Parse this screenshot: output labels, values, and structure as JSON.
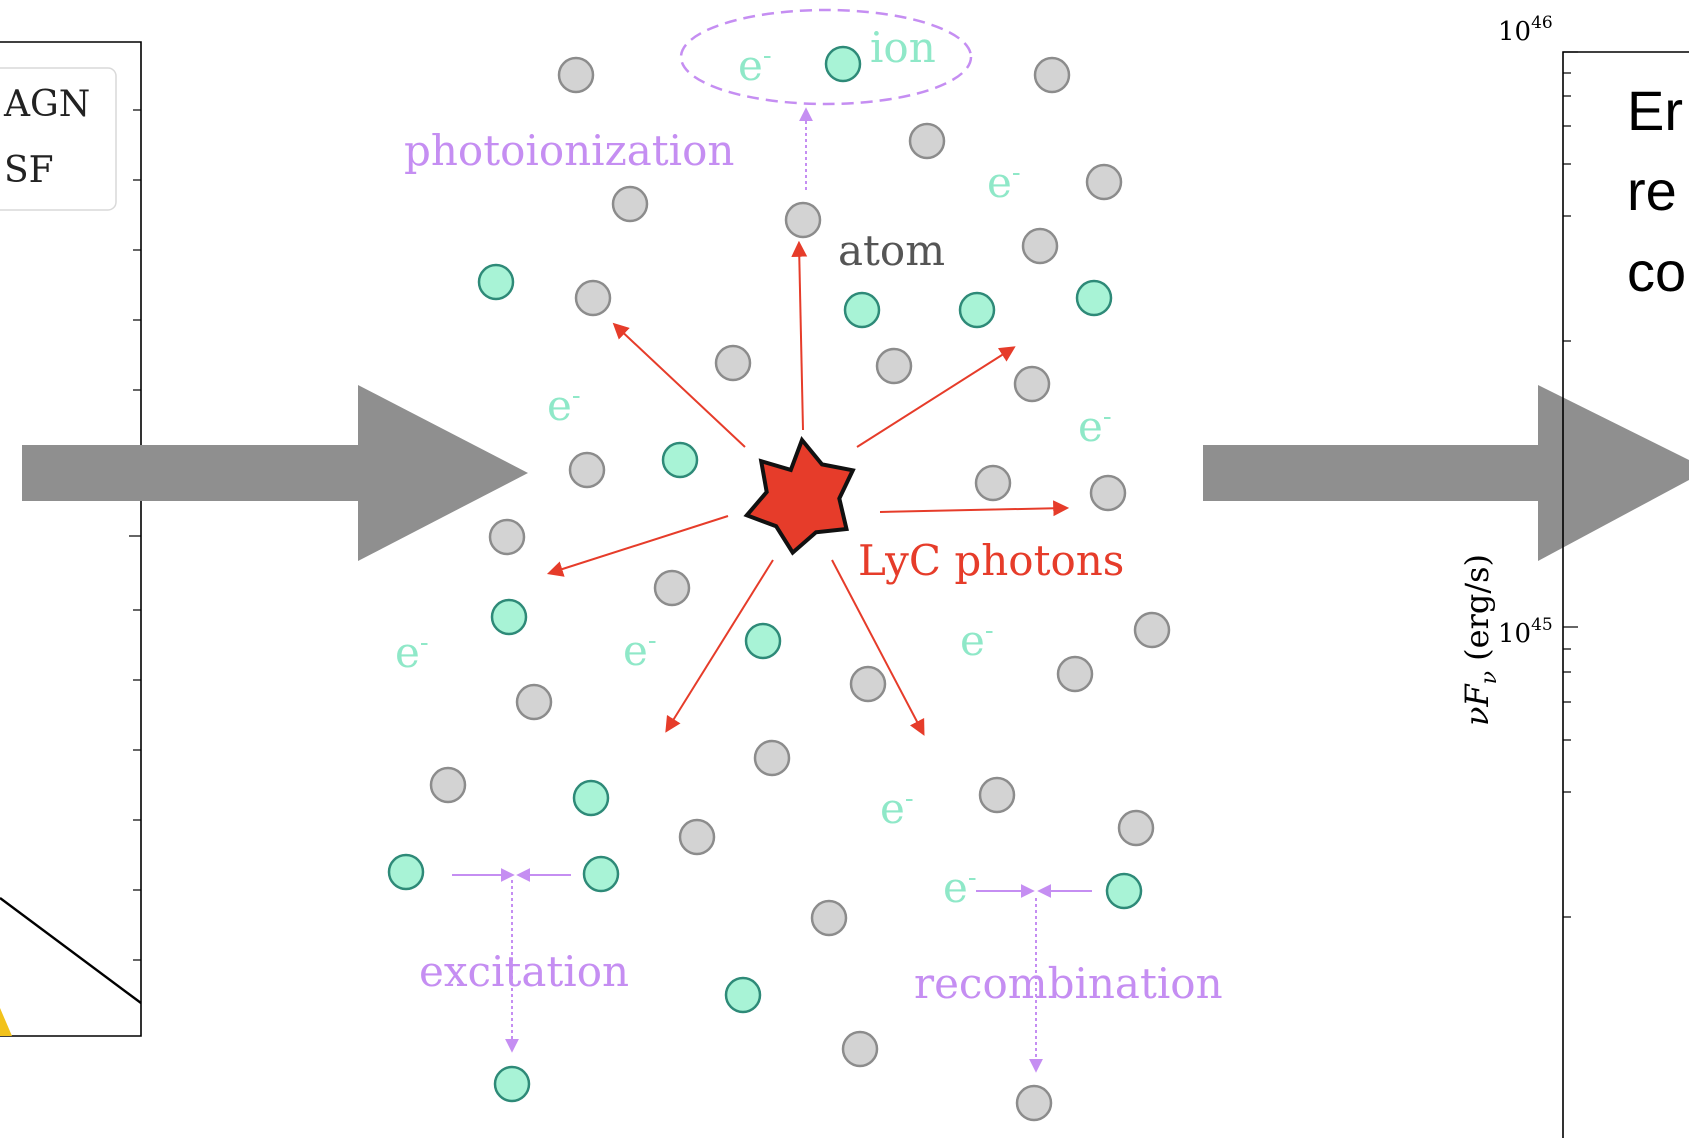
{
  "colors": {
    "atom_fill": "#d3d3d3",
    "atom_stroke": "#8c8c8c",
    "ion_fill": "#a8f3d6",
    "ion_stroke": "#2e8a78",
    "electron_text": "#8fe8c8",
    "process": "#c58ef2",
    "photon": "#e63c2a",
    "big_arrow": "#8f8f8f",
    "axis": "#000000"
  },
  "left_panel": {
    "legend": [
      "AGN",
      "SF"
    ]
  },
  "center_panel": {
    "labels": {
      "photoionization": "photoionization",
      "ion": "ion",
      "atom": "atom",
      "lyc_photons": "LyC photons",
      "excitation": "excitation",
      "recombination": "recombination",
      "electron": "e",
      "electron_sup": "-"
    }
  },
  "right_panel": {
    "y_tick_top": {
      "base": "10",
      "exp": "46"
    },
    "y_tick_mid": {
      "base": "10",
      "exp": "45"
    },
    "y_axis_label": "νF_ν (erg/s)",
    "text_lines": [
      "Er",
      "re",
      "co"
    ]
  }
}
